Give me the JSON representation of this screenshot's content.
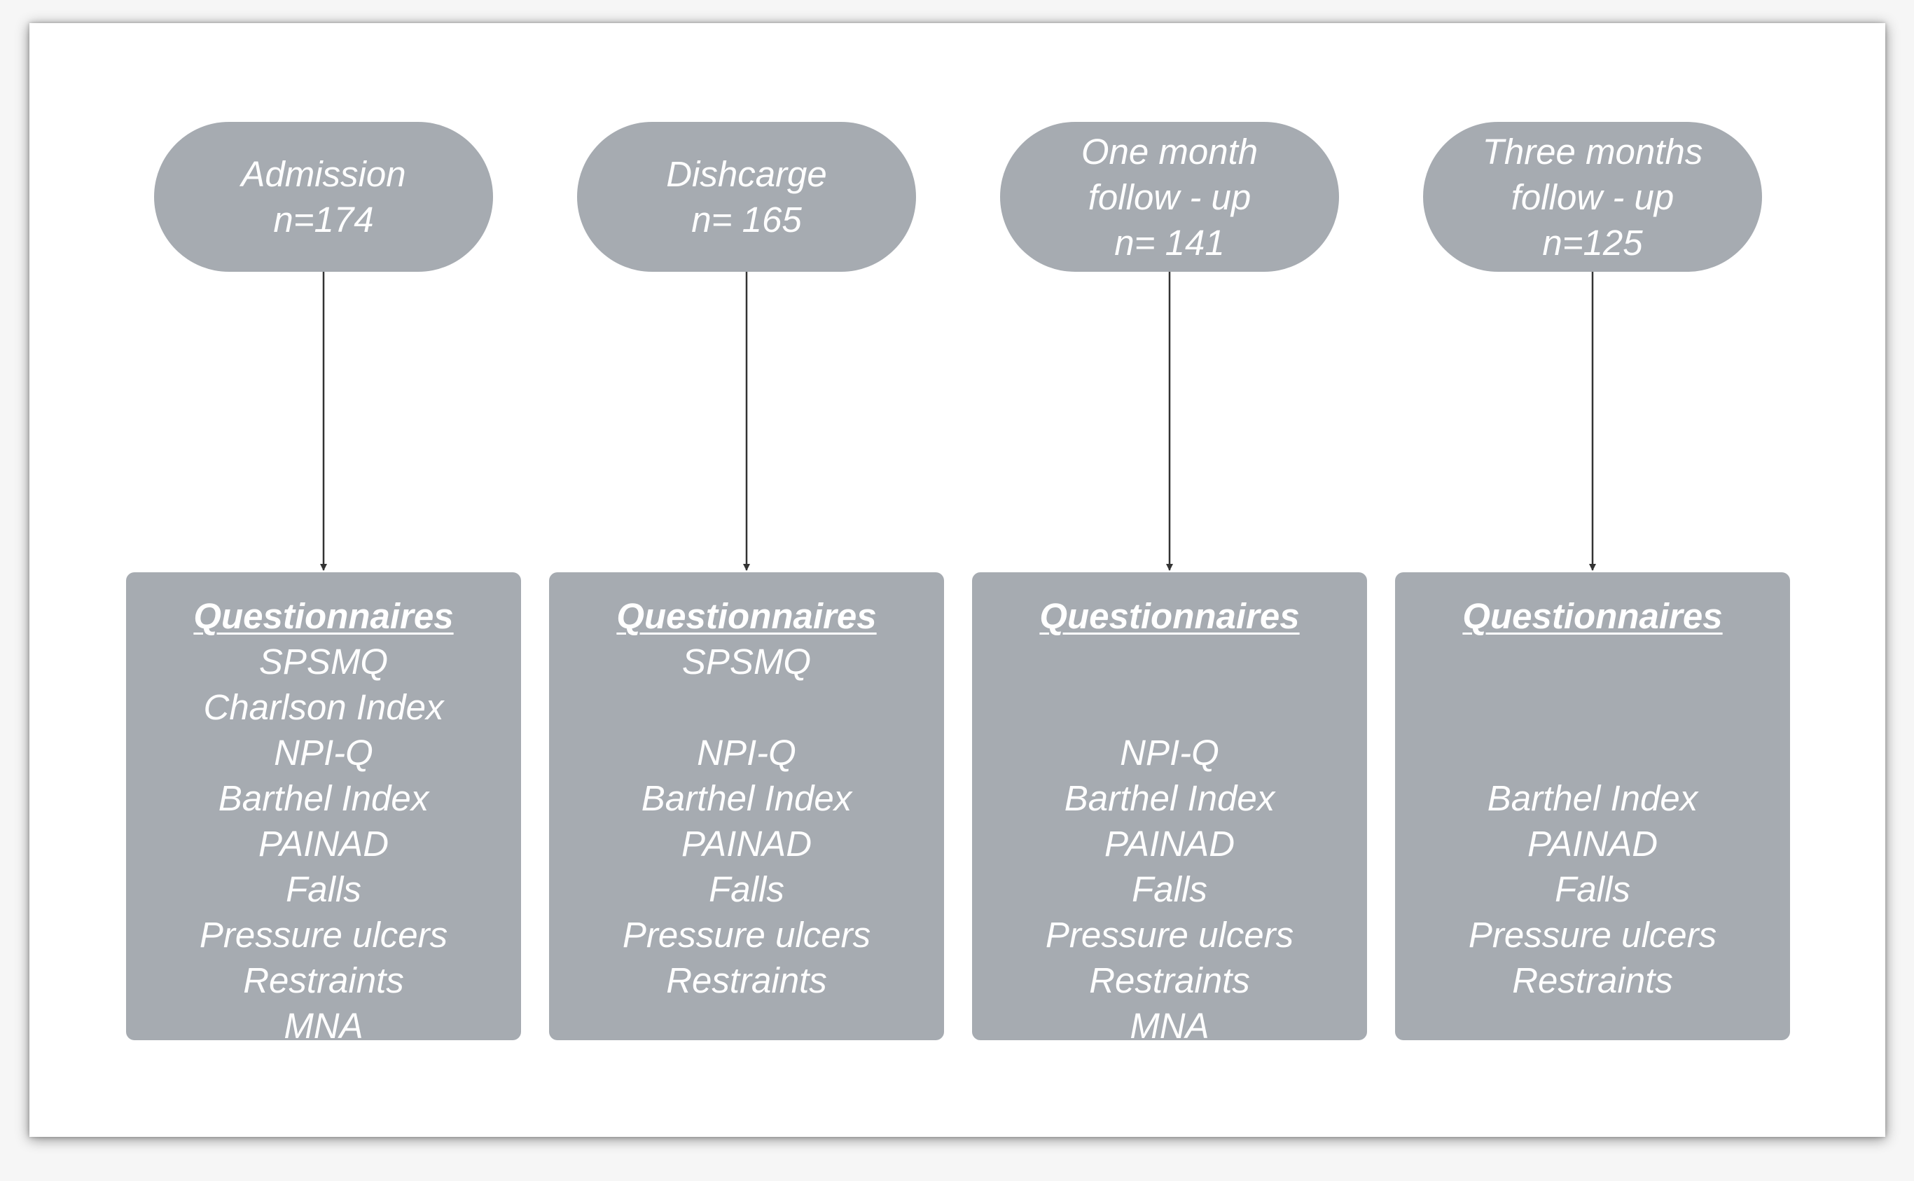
{
  "stages": [
    {
      "lines": [
        "Admission",
        "n=174"
      ]
    },
    {
      "lines": [
        "Dishcarge",
        "n= 165"
      ]
    },
    {
      "lines": [
        "One month",
        "follow - up",
        "n= 141"
      ]
    },
    {
      "lines": [
        "Three months",
        "follow - up",
        "n=125"
      ]
    }
  ],
  "boxes": [
    {
      "heading": "Questionnaires",
      "items": [
        "SPSMQ",
        "Charlson Index",
        "NPI-Q",
        "Barthel Index",
        "PAINAD",
        "Falls",
        "Pressure ulcers",
        "Restraints",
        "MNA"
      ]
    },
    {
      "heading": "Questionnaires",
      "items": [
        "SPSMQ",
        "",
        "NPI-Q",
        "Barthel Index",
        "PAINAD",
        "Falls",
        "Pressure ulcers",
        "Restraints",
        ""
      ]
    },
    {
      "heading": "Questionnaires",
      "items": [
        "",
        "",
        "NPI-Q",
        "Barthel Index",
        "PAINAD",
        "Falls",
        "Pressure ulcers",
        "Restraints",
        "MNA"
      ]
    },
    {
      "heading": "Questionnaires",
      "items": [
        "",
        "",
        "",
        "Barthel Index",
        "PAINAD",
        "Falls",
        "Pressure ulcers",
        "Restraints",
        ""
      ]
    }
  ],
  "colors": {
    "node_fill": "#a6abb1",
    "text": "#ffffff",
    "connector": "#333333"
  }
}
